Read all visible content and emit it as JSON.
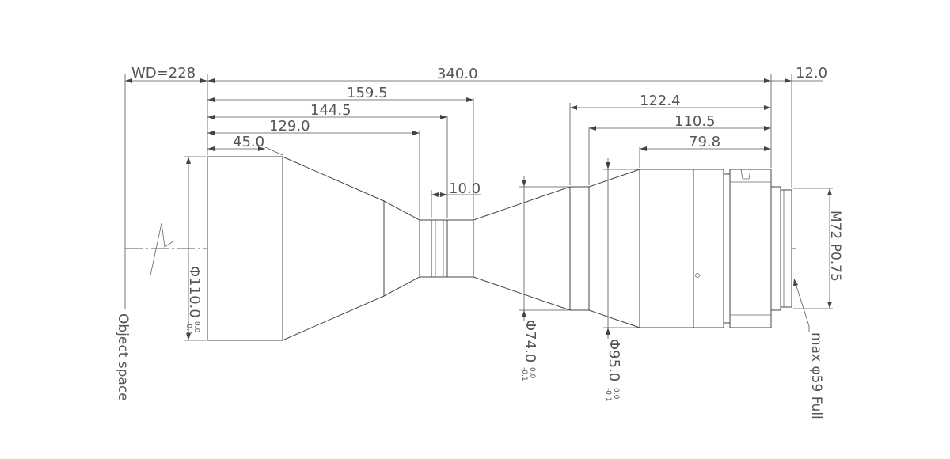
{
  "labels": {
    "wd": "WD=228",
    "total_length": "340.0",
    "back_offset": "12.0",
    "len_159": "159.5",
    "len_144": "144.5",
    "len_129": "129.0",
    "len_45": "45.0",
    "len_10": "10.0",
    "len_122": "122.4",
    "len_110": "110.5",
    "len_79": "79.8",
    "dia_110": "Φ110.0",
    "dia_110_tol_upper": "0.0",
    "dia_110_tol_lower": "-0.1",
    "dia_74": "Φ74.0",
    "dia_74_tol_upper": "0.0",
    "dia_74_tol_lower": "-0.1",
    "dia_95": "Φ95.0",
    "dia_95_tol_upper": "0.0",
    "dia_95_tol_lower": "-0.1",
    "thread": "M72 P0.75",
    "max_image": "max φ59 Full",
    "object_space": "Object space"
  }
}
